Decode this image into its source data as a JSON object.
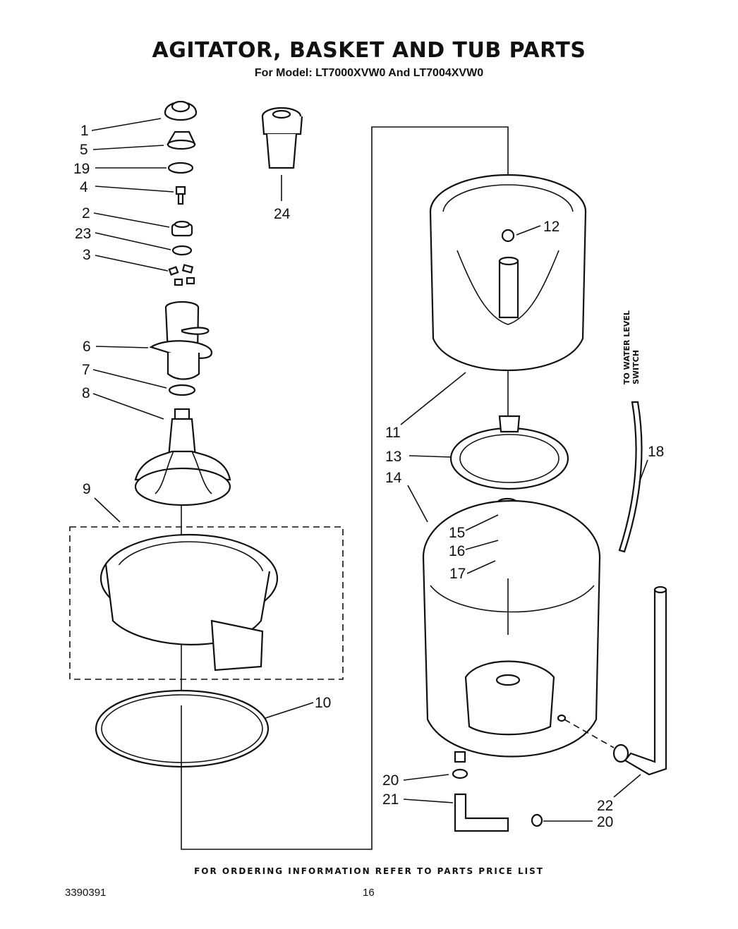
{
  "title": "AGITATOR, BASKET AND TUB PARTS",
  "subtitle": "For Model: LT7000XVW0 And LT7004XVW0",
  "footer_note": "FOR ORDERING INFORMATION REFER TO PARTS PRICE LIST",
  "doc_number": "3390391",
  "page_number": "16",
  "side_note": [
    "TO WATER LEVEL",
    "SWITCH"
  ],
  "callouts": [
    "1",
    "5",
    "19",
    "4",
    "2",
    "23",
    "3",
    "6",
    "7",
    "8",
    "9",
    "24",
    "12",
    "11",
    "13",
    "14",
    "15",
    "16",
    "17",
    "18",
    "10",
    "20",
    "21",
    "22",
    "20"
  ]
}
